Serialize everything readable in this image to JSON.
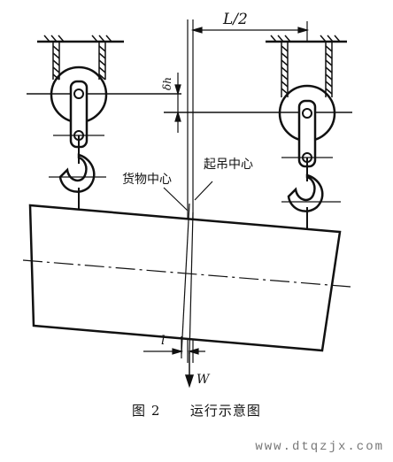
{
  "labels": {
    "half_span": "L/2",
    "delta_h": "δh",
    "cargo_center": "货物中心",
    "lift_center": "起吊中心",
    "offset": "l",
    "weight": "W"
  },
  "caption": {
    "figure_number": "图 2",
    "title": "运行示意图"
  },
  "watermark": "www.dtqzjx.com"
}
